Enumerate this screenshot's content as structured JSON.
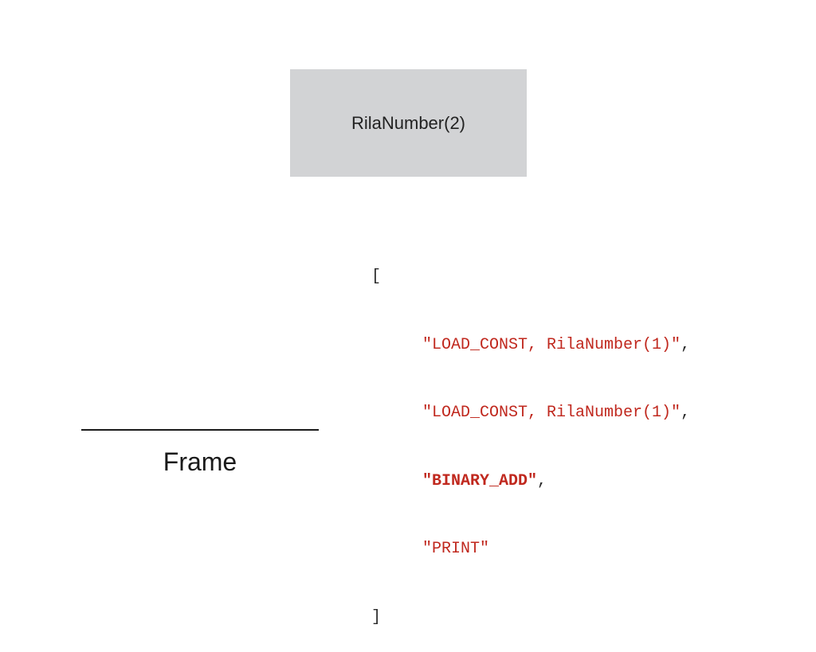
{
  "stack": {
    "top_value": "RilaNumber(2)"
  },
  "code": {
    "open_bracket": "[",
    "close_bracket": "]",
    "instructions": [
      {
        "text": "\"LOAD_CONST, RilaNumber(1)\"",
        "suffix": ",",
        "highlighted": false
      },
      {
        "text": "\"LOAD_CONST, RilaNumber(1)\"",
        "suffix": ",",
        "highlighted": false
      },
      {
        "text": "\"BINARY_ADD\"",
        "suffix": ",",
        "highlighted": true
      },
      {
        "text": "\"PRINT\"",
        "suffix": "",
        "highlighted": false
      }
    ]
  },
  "frame": {
    "label": "Frame"
  },
  "colors": {
    "highlight": "#c0281e",
    "code_text": "#2b2b2b",
    "stack_box_bg": "#d2d3d5"
  }
}
